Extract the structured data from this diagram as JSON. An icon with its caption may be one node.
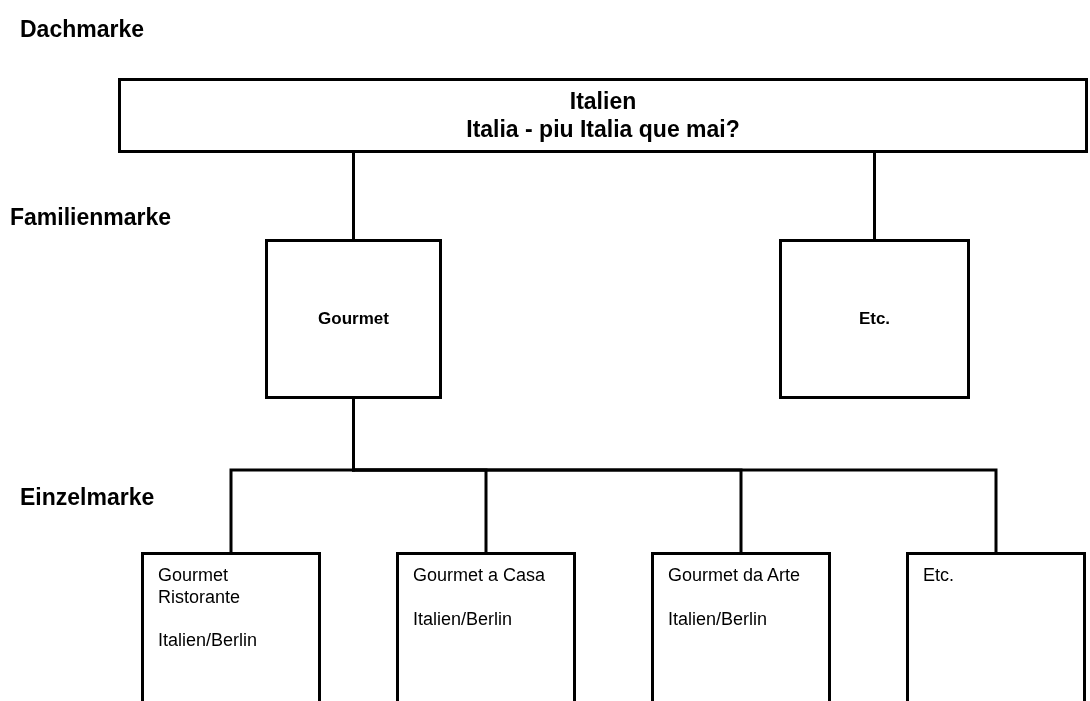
{
  "diagram": {
    "nodes": [
      {
        "text": [
          "Italien",
          "Italia - piu Italia que mai?"
        ]
      },
      {
        "text": [
          "Gourmet"
        ]
      },
      {
        "text": [
          "Etc."
        ]
      },
      {
        "text": [
          "Gourmet Ristorante",
          "Italien/Berlin"
        ]
      },
      {
        "text": [
          "Gourmet a Casa",
          "Italien/Berlin"
        ]
      },
      {
        "text": [
          "Gourmet da Arte",
          "Italien/Berlin"
        ]
      },
      {
        "text": [
          "Etc."
        ]
      }
    ],
    "edges": [
      {
        "from": 0,
        "to": 1,
        "arrow": "none"
      },
      {
        "from": 0,
        "to": 2,
        "arrow": "none"
      },
      {
        "from": 1,
        "to": 3,
        "arrow": "none"
      },
      {
        "from": 1,
        "to": 4,
        "arrow": "none"
      },
      {
        "from": 1,
        "to": 5,
        "arrow": "none"
      },
      {
        "from": 1,
        "to": 6,
        "arrow": "none"
      }
    ],
    "labels": [
      "Dachmarke",
      "Familienmarke",
      "Einzelmarke"
    ]
  }
}
